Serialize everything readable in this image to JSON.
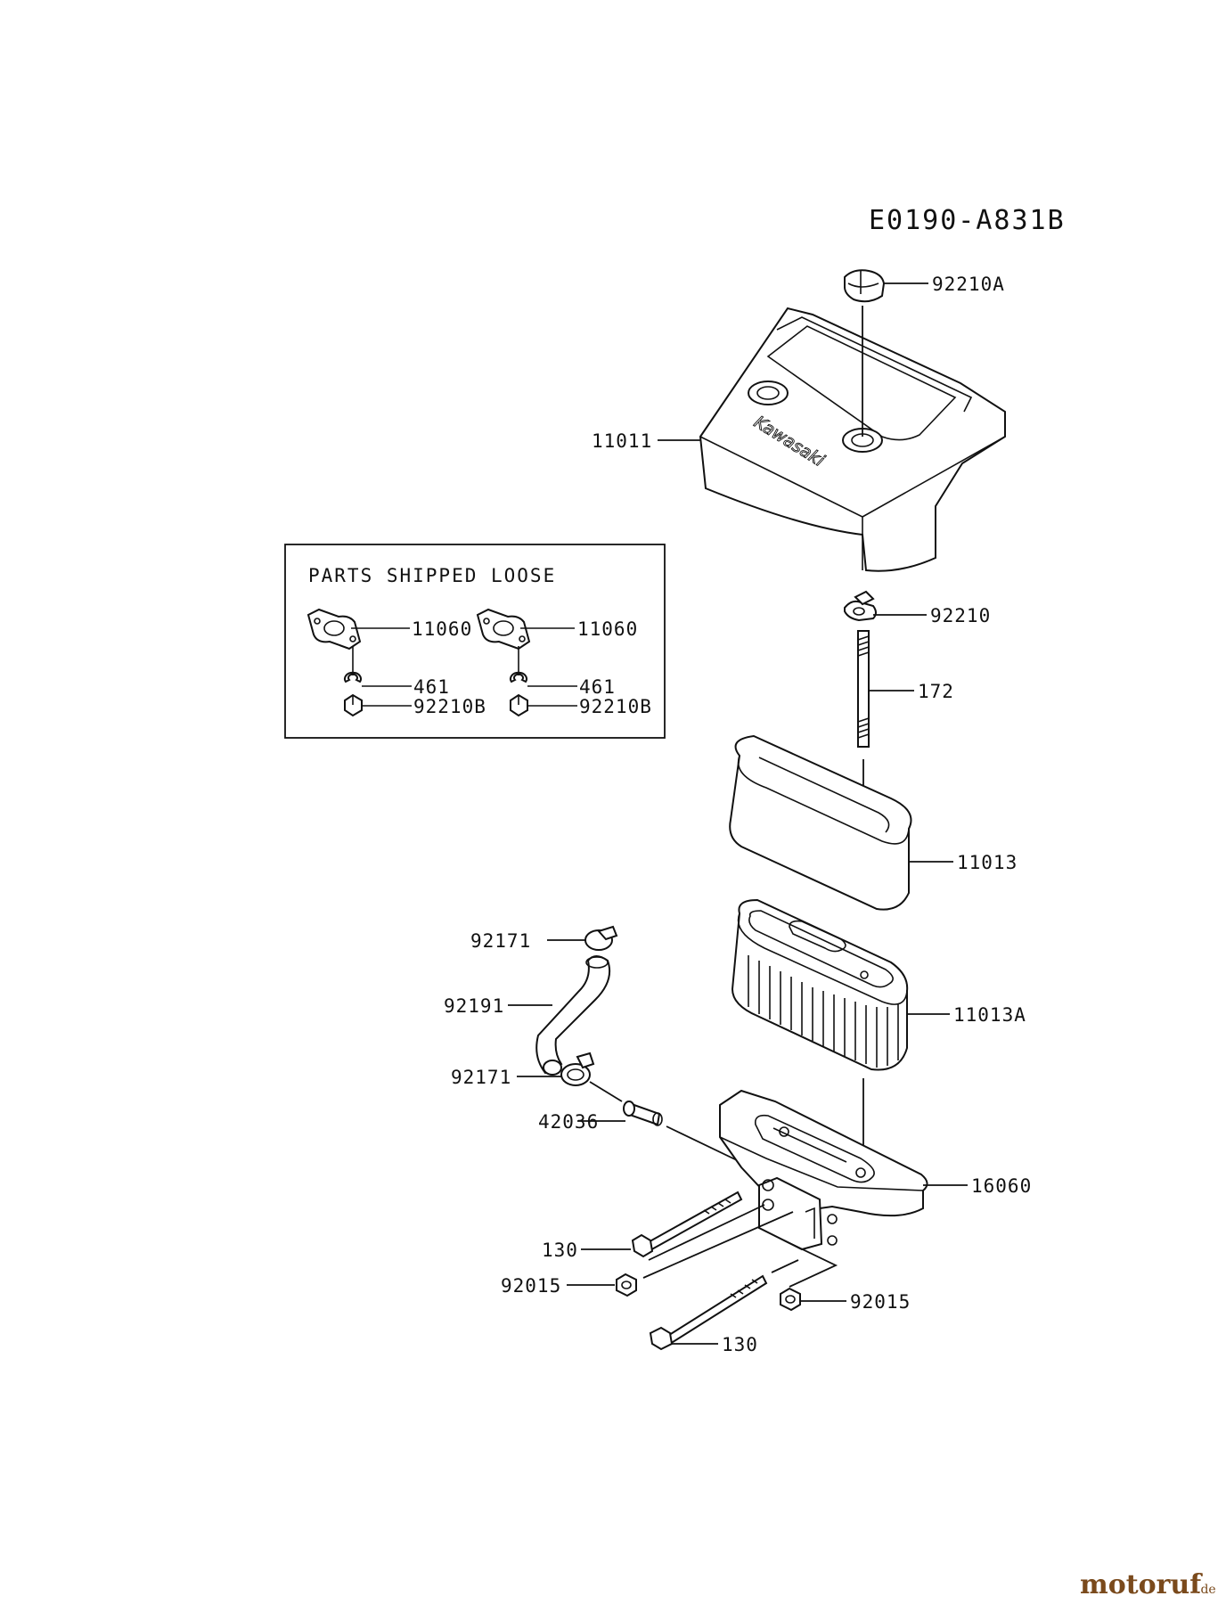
{
  "diagram_code": "E0190-A831B",
  "loose_box": {
    "title": "PARTS SHIPPED LOOSE"
  },
  "brand_on_cover": "Kawasaki",
  "parts": {
    "p92210A": "92210A",
    "p11011": "11011",
    "p92210": "92210",
    "p172": "172",
    "p11013": "11013",
    "p92171_top": "92171",
    "p92191": "92191",
    "p11013A": "11013A",
    "p92171_bottom": "92171",
    "p42036": "42036",
    "p16060": "16060",
    "p130_top": "130",
    "p92015_left": "92015",
    "p92015_right": "92015",
    "p130_bottom": "130"
  },
  "loose_parts": {
    "gasket_left": "11060",
    "gasket_right": "11060",
    "washer_left": "461",
    "washer_right": "461",
    "nut_left": "92210B",
    "nut_right": "92210B"
  },
  "watermark": {
    "main": "motoruf",
    "suffix": ".de",
    "color": "#7a4a1c"
  }
}
